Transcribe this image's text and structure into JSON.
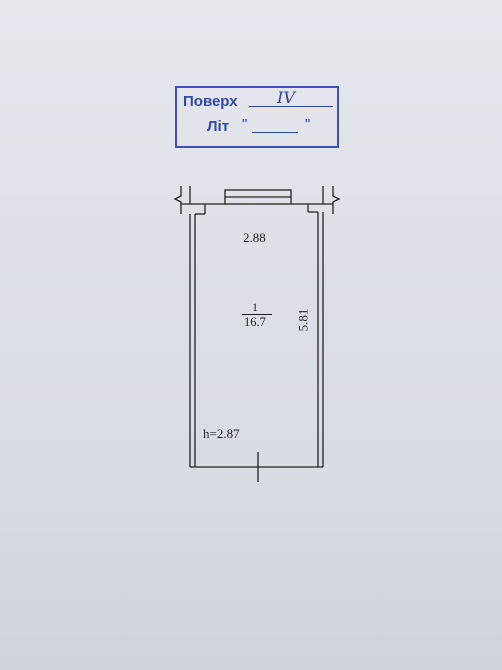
{
  "stamp": {
    "floor_label": "Поверх",
    "floor_value": "IV",
    "letter_label": "Літ",
    "quote_open": "\"",
    "quote_close": "\""
  },
  "plan": {
    "room_width": "2.88",
    "room_length": "5.81",
    "room_number": "1",
    "room_area": "16.7",
    "ceiling_height": "h=2.87"
  }
}
